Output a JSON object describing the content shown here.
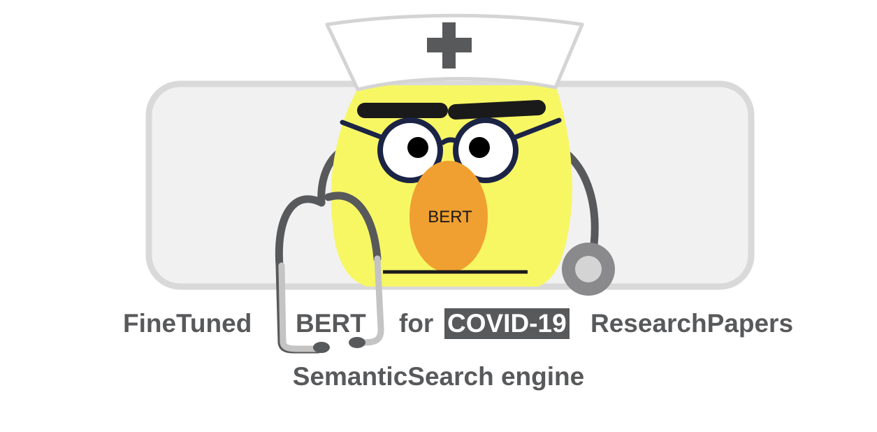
{
  "logo": {
    "nose_text": "BERT",
    "colors": {
      "background_panel": "#f1f1f2",
      "panel_border": "#d4d4d4",
      "face": "#f6f465",
      "nose": "#f0a030",
      "dark_gray": "#58595b",
      "light_gray": "#c4c4c4",
      "navy": "#1b2445",
      "black": "#1a1a1a"
    }
  },
  "title": {
    "word1": "FineTuned",
    "word2": "BERT",
    "word3": "for",
    "highlight": "COVID-19",
    "word4": "ResearchPapers"
  },
  "subtitle": "SemanticSearch engine"
}
